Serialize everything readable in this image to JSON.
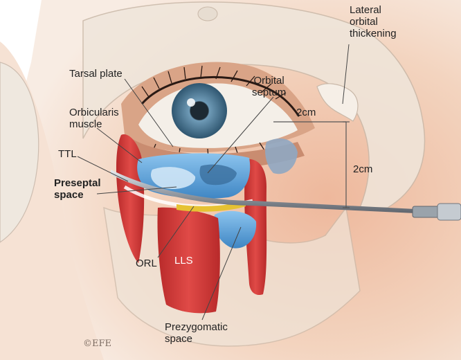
{
  "labels": {
    "lateral_orbital_thickening": [
      "Lateral",
      "orbital",
      "thickening"
    ],
    "tarsal_plate": "Tarsal plate",
    "orbital_septum": [
      "Orbital",
      "septum"
    ],
    "orbicularis_muscle": [
      "Orbicularis",
      "muscle"
    ],
    "ttl": "TTL",
    "preseptal_space": [
      "Preseptal",
      "space"
    ],
    "orl": "ORL",
    "lls": "LLS",
    "prezygomatic_space": [
      "Prezygomatic",
      "space"
    ],
    "measure_horizontal": "2cm",
    "measure_vertical": "2cm"
  },
  "signature": "©EFE",
  "colors": {
    "skin": "#f2d2bb",
    "bone": "#efe7dc",
    "muscle": "#cf3a3a",
    "septum_blue": "#6aaee0",
    "iris": "#4f7fa0",
    "needle": "#9aa0a8",
    "fat_yellow": "#e6c233"
  }
}
